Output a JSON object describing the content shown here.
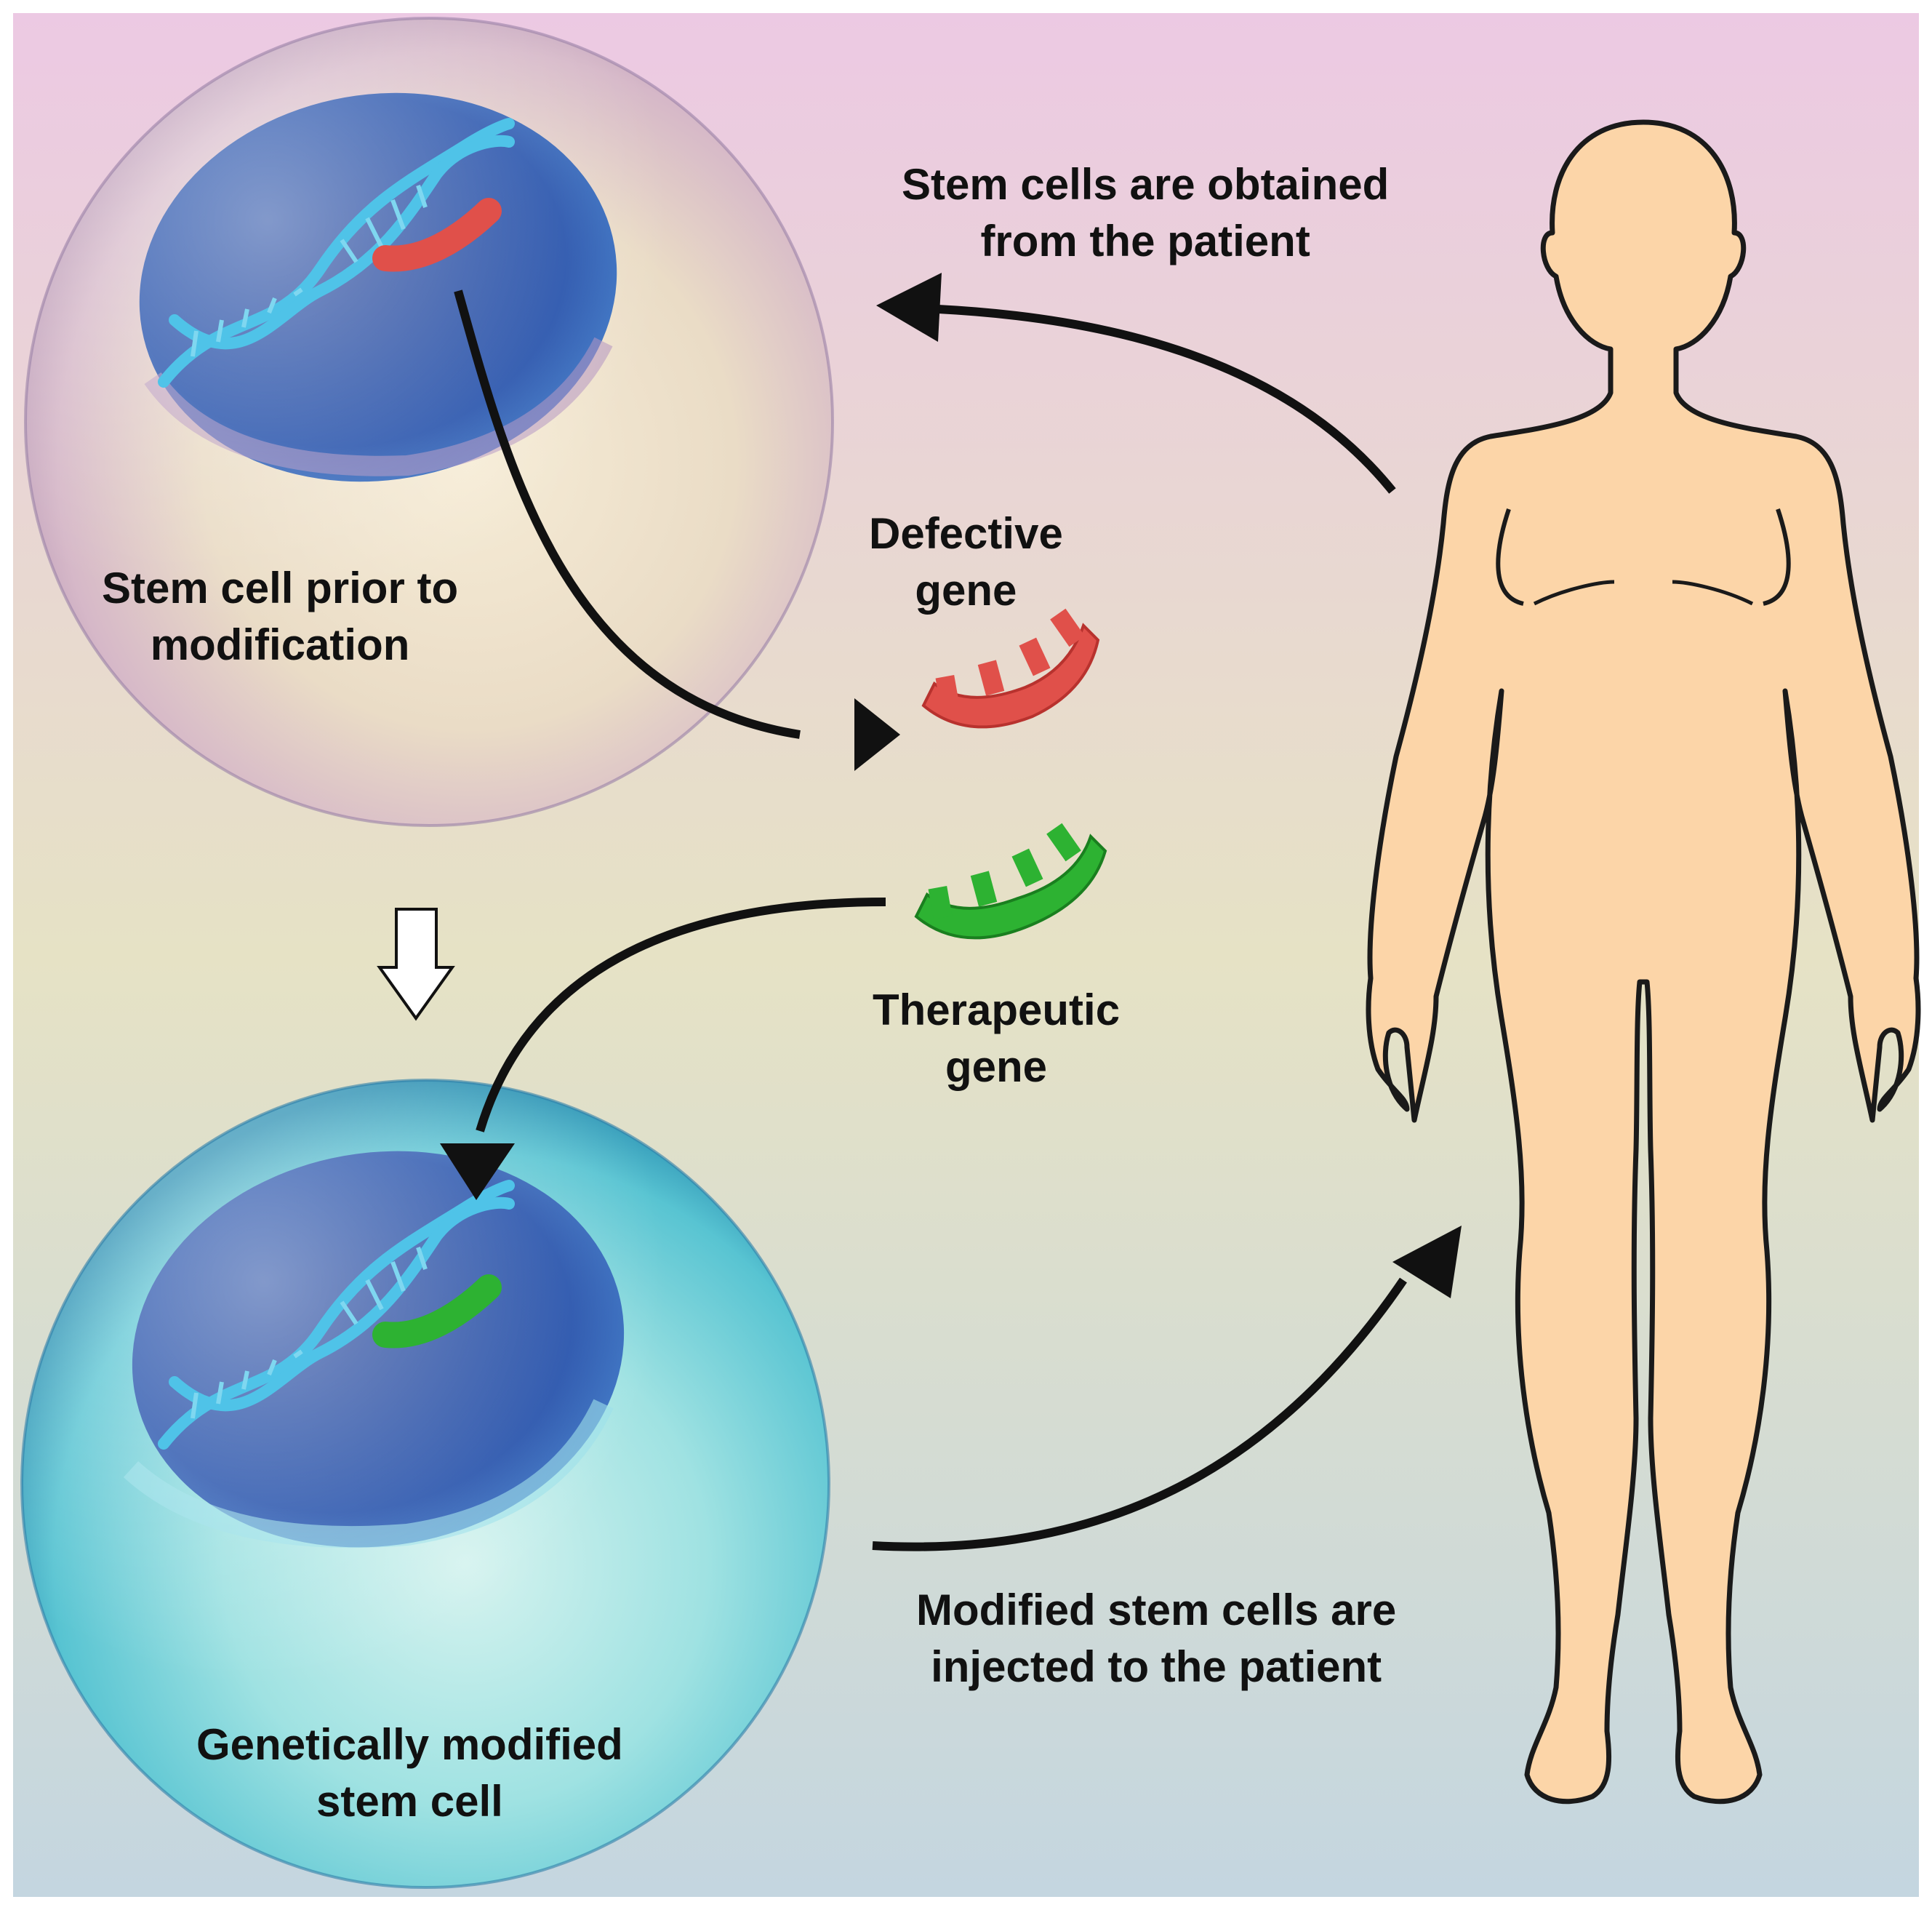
{
  "labels": {
    "obtained": [
      "Stem cells are obtained",
      "from the patient"
    ],
    "prior": [
      "Stem cell prior to",
      "modification"
    ],
    "defective": [
      "Defective",
      "gene"
    ],
    "therapeutic": [
      "Therapeutic",
      "gene"
    ],
    "modified": [
      "Genetically modified",
      "stem cell"
    ],
    "injected": [
      "Modified stem cells are",
      "injected to the patient"
    ]
  },
  "colors": {
    "background_top": "#ecc9e3",
    "background_mid": "#e6e2c5",
    "background_bottom": "#c4d6e0",
    "skin": "#fcd5a8",
    "outline": "#1a1a1a",
    "defective_gene": "#e0504a",
    "therapeutic_gene": "#2db232",
    "dna_strand": "#4fc3e8",
    "nucleus": "#1a3f9a"
  }
}
